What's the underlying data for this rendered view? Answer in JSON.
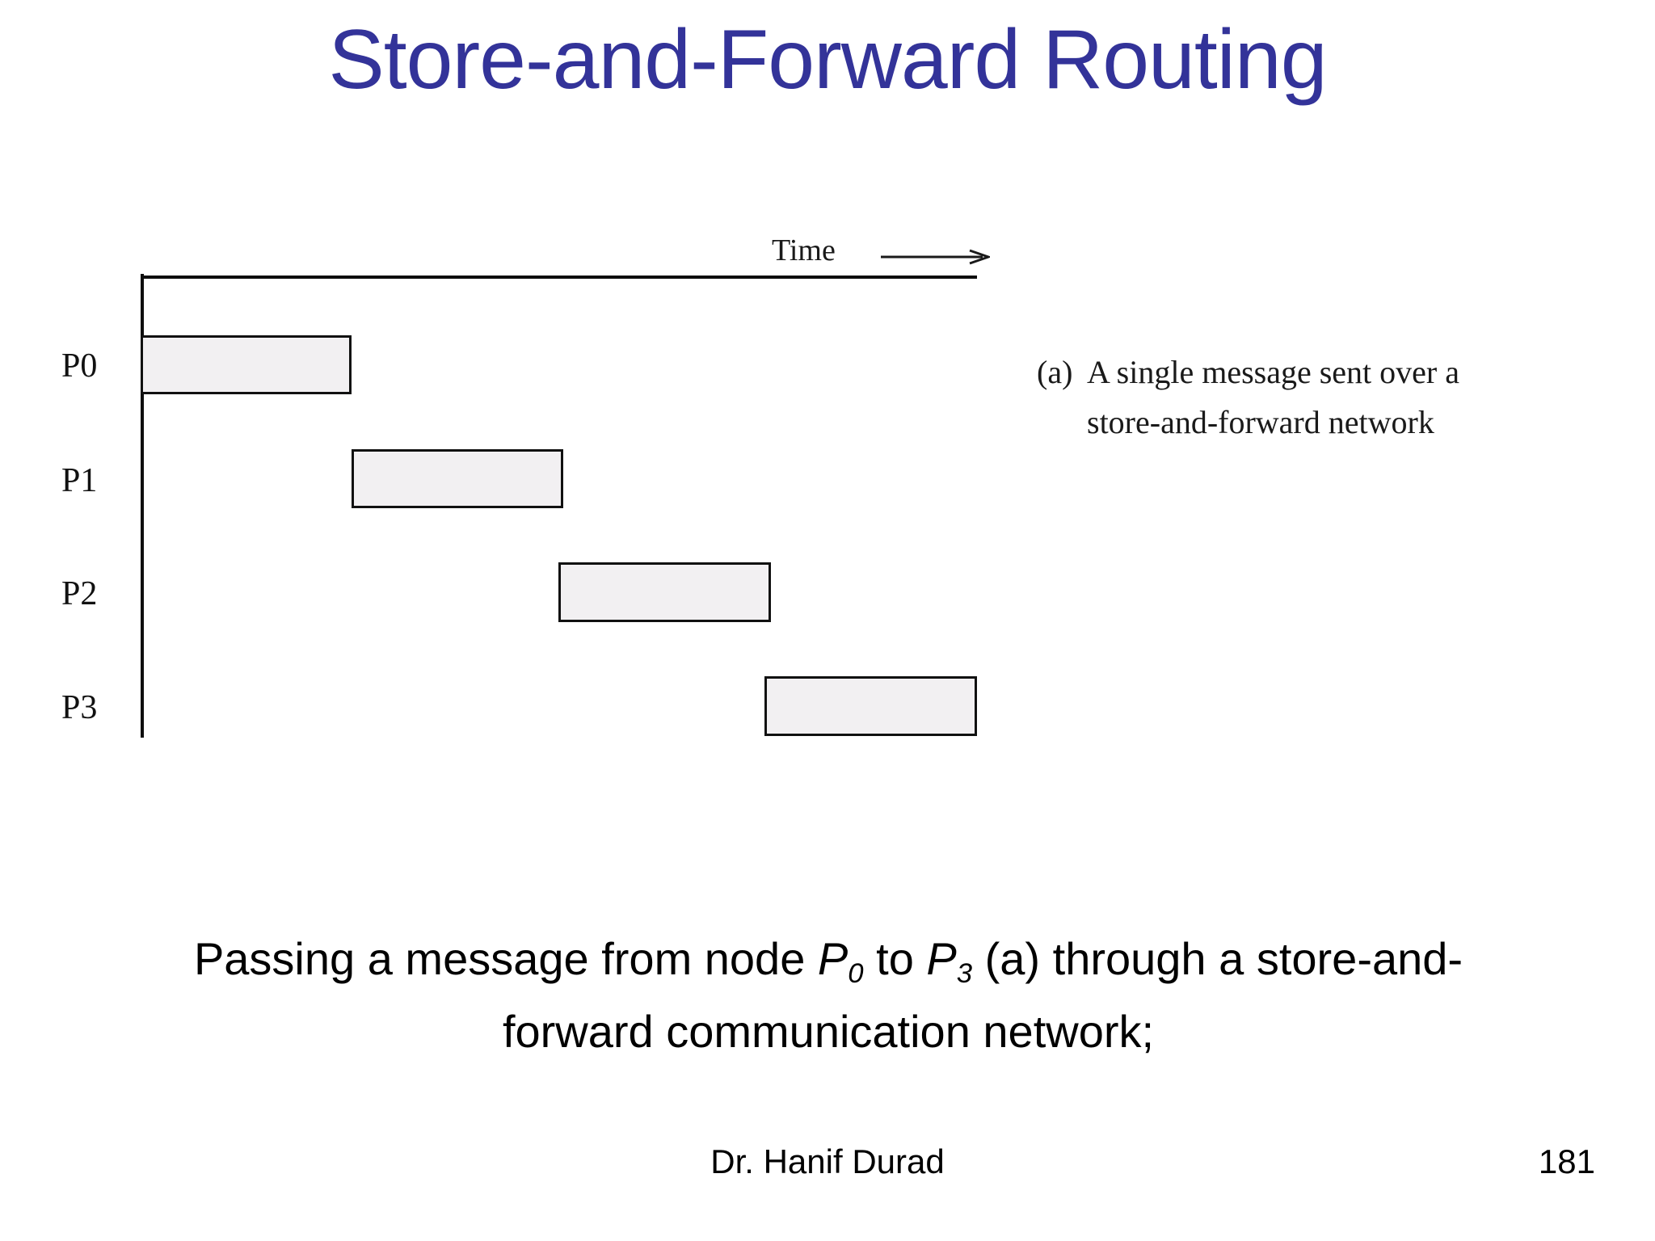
{
  "slide": {
    "title": "Store-and-Forward Routing",
    "title_color": "#333399",
    "background_color": "#ffffff"
  },
  "chart_data": {
    "type": "bar",
    "title": "",
    "subtitle": "",
    "xlabel": "Time",
    "ylabel": "",
    "grid": false,
    "legend": "none",
    "orientation": "horizontal-timeline",
    "axis_arrow_label": "Time",
    "categories": [
      "P0",
      "P1",
      "P2",
      "P3"
    ],
    "series": [
      {
        "name": "message transmission",
        "bars": [
          {
            "label": "P0",
            "start": 0,
            "duration": 1,
            "fill": "#f2f0f2",
            "stroke": "#111111"
          },
          {
            "label": "P1",
            "start": 1,
            "duration": 1,
            "fill": "#f2f0f2",
            "stroke": "#111111"
          },
          {
            "label": "P2",
            "start": 2,
            "duration": 1,
            "fill": "#f2f0f2",
            "stroke": "#111111"
          },
          {
            "label": "P3",
            "start": 3,
            "duration": 1,
            "fill": "#f2f0f2",
            "stroke": "#111111"
          }
        ]
      }
    ],
    "xlim": [
      0,
      4
    ],
    "annotation": "(a) A single message sent over a store-and-forward network"
  },
  "diagram": {
    "time_axis_label": "Time",
    "rows": [
      {
        "label": "P0"
      },
      {
        "label": "P1"
      },
      {
        "label": "P2"
      },
      {
        "label": "P3"
      }
    ],
    "figure_caption": {
      "marker": "(a)",
      "line1": "A single message sent over a",
      "line2": "store-and-forward network"
    }
  },
  "description": {
    "part1": "Passing a message from node ",
    "p0_base": "P",
    "p0_sub": "0",
    "part2": " to ",
    "p3_base": "P",
    "p3_sub": "3",
    "part3": " (a) through a store-and-forward communication network;"
  },
  "footer": {
    "author": "Dr. Hanif Durad",
    "page_number": "181"
  }
}
